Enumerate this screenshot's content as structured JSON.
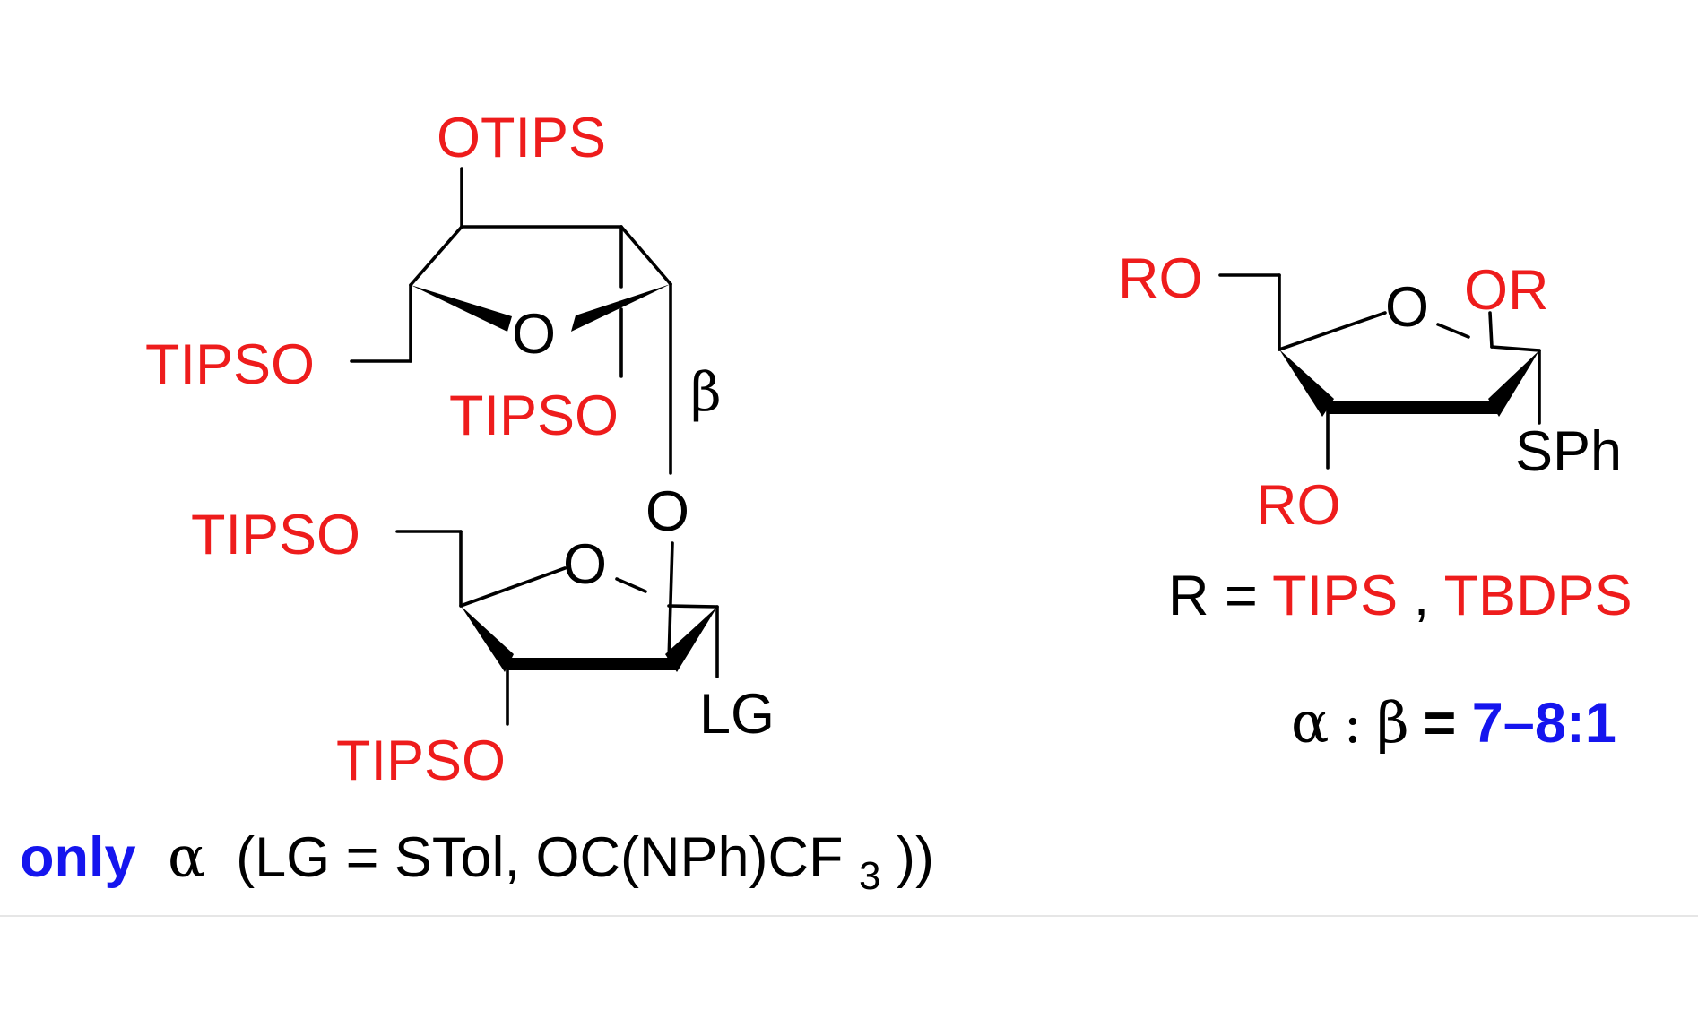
{
  "left_molecule": {
    "labels": {
      "otips_top": "OTIPS",
      "tipso_left": "TIPSO",
      "tipso_ring": "TIPSO",
      "beta": "β",
      "o_link": "O",
      "o_ring_top": "O",
      "o_ring_bottom": "O",
      "tipso_c5_bottom": "TIPSO",
      "tipso_c3_bottom": "TIPSO",
      "lg": "LG"
    },
    "caption": {
      "only": "only",
      "alpha": "α",
      "text": "(LG = STol, OC(NPh)CF",
      "subscript": "3",
      "close": "))"
    }
  },
  "right_molecule": {
    "labels": {
      "ro_c5": "RO",
      "o_ring": "O",
      "or_c2": "OR",
      "sph": "SPh",
      "ro_c3": "RO"
    },
    "r_definition": {
      "prefix": "R = ",
      "tips": "TIPS",
      "comma": ", ",
      "tbdps": "TBDPS"
    },
    "ratio": {
      "alpha": "α",
      "colon": ":",
      "beta": "β",
      "equals": " = ",
      "value": "7–8:1"
    }
  },
  "colors": {
    "protecting_group": "#ee1c1c",
    "emphasis": "#1515ee",
    "structure": "#000000"
  }
}
